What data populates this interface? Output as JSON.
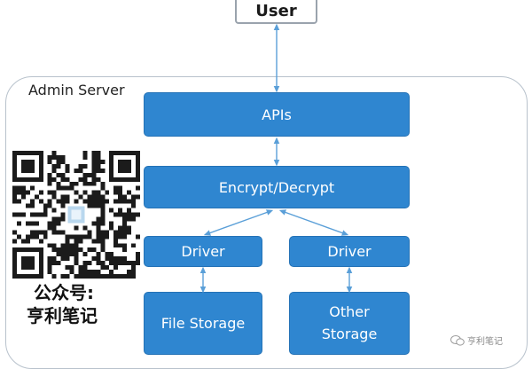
{
  "diagram": {
    "user": "User",
    "admin_server": "Admin Server",
    "apis": "APIs",
    "encrypt_decrypt": "Encrypt/Decrypt",
    "driver_left": "Driver",
    "driver_right": "Driver",
    "file_storage": "File Storage",
    "other_storage_line1": "Other",
    "other_storage_line2": "Storage"
  },
  "overlay": {
    "wechat_label": "公众号:",
    "wechat_name": "亨利笔记",
    "watermark_text": "亨利笔记"
  },
  "colors": {
    "block_fill": "#2f86d0",
    "block_text": "#ffffff",
    "container_border": "#b8c2cc",
    "arrow": "#5a9fd8"
  }
}
